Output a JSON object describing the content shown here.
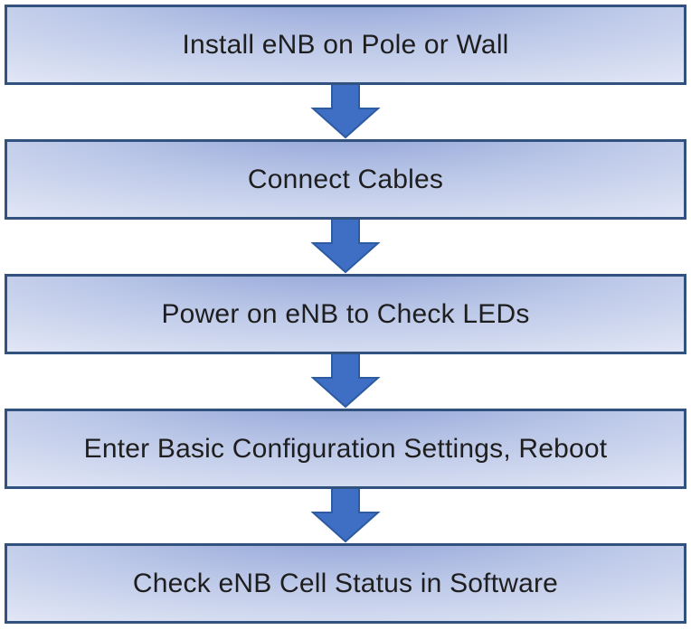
{
  "diagram": {
    "type": "flowchart",
    "direction": "top-to-bottom",
    "steps": [
      {
        "label": "Install eNB on Pole or Wall"
      },
      {
        "label": "Connect Cables"
      },
      {
        "label": "Power on eNB to Check LEDs"
      },
      {
        "label": "Enter Basic Configuration Settings, Reboot"
      },
      {
        "label": "Check eNB Cell Status in Software"
      }
    ],
    "connector": "block-down-arrow",
    "colors": {
      "background": "#FFFFFF",
      "box_border": "#31517E",
      "box_gradient_dark": "#8CA0D5",
      "box_gradient_mid": "#BCC8E8",
      "box_gradient_light": "#E9EDF8",
      "arrow_fill": "#3F6FC4",
      "arrow_border": "#2D5BA0",
      "text": "#1E1E1E"
    }
  }
}
